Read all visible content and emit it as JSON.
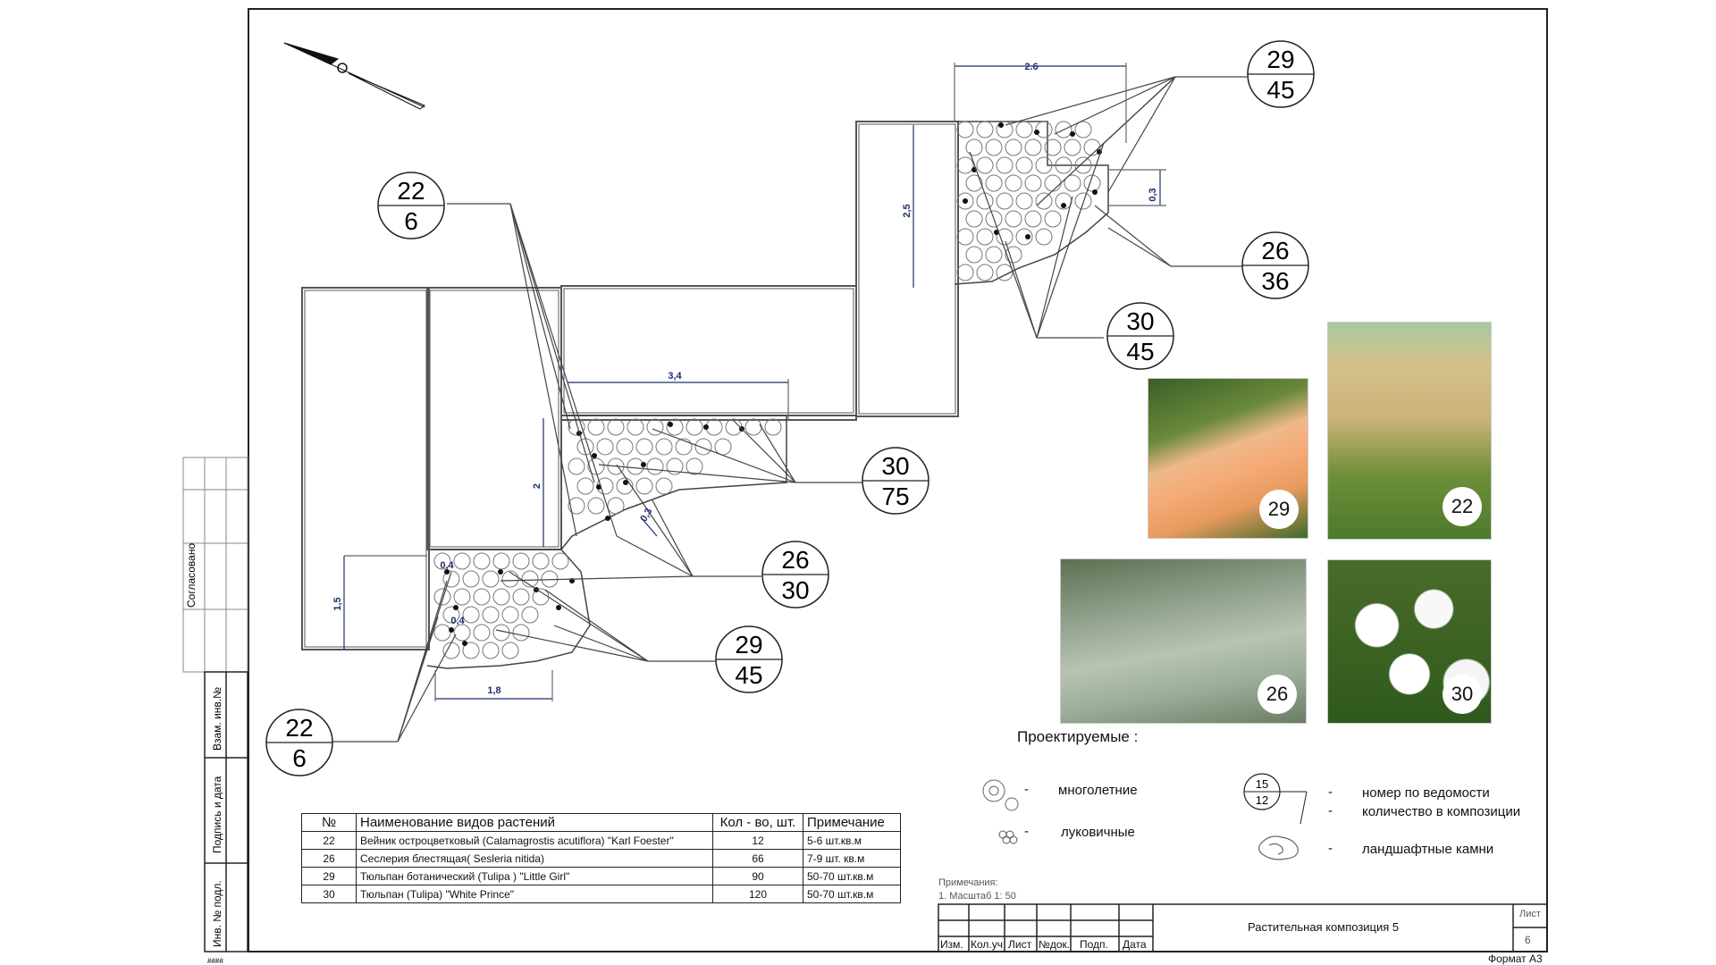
{
  "side_stamp": {
    "agreed": "Согласовано",
    "rows": [
      "Взам. инв.№",
      "Подпись и дата",
      "Инв. № подл."
    ],
    "hash": "####"
  },
  "callouts": [
    {
      "num": "29",
      "qty": "45"
    },
    {
      "num": "22",
      "qty": "6"
    },
    {
      "num": "26",
      "qty": "36"
    },
    {
      "num": "30",
      "qty": "45"
    },
    {
      "num": "30",
      "qty": "75"
    },
    {
      "num": "26",
      "qty": "30"
    },
    {
      "num": "29",
      "qty": "45"
    },
    {
      "num": "22",
      "qty": "6"
    }
  ],
  "dimensions": [
    "2.6",
    "2,5",
    "0,3",
    "3,4",
    "2",
    "0,3",
    "1,5",
    "0,4",
    "0,4",
    "1,8"
  ],
  "photos": [
    {
      "badge": "29",
      "subject": "peach tulips"
    },
    {
      "badge": "22",
      "subject": "ornamental grass"
    },
    {
      "badge": "26",
      "subject": "blue grass clumps"
    },
    {
      "badge": "30",
      "subject": "white tulips"
    }
  ],
  "legend": {
    "title": "Проектируемые :",
    "perennials": "многолетние",
    "bulbs": "луковичные",
    "key_num": "15",
    "key_qty": "12",
    "key_line1": "номер по ведомости",
    "key_line2": "количество в композиции",
    "stones": "ландшафтные камни",
    "dash": "-"
  },
  "table": {
    "headers": [
      "№",
      "Наименование видов растений",
      "Кол - во, шт.",
      "Примечание"
    ],
    "rows": [
      [
        "22",
        "Вейник остроцветковый (Calamagrostis acutiflora) \"Karl Foester\"",
        "12",
        "5-6 шт.кв.м"
      ],
      [
        "26",
        "Сеслерия блестящая( Sesleria nitida)",
        "66",
        "7-9 шт. кв.м"
      ],
      [
        "29",
        "Тюльпан ботанический (Tulipa ) \"Little Girl\"",
        "90",
        "50-70 шт.кв.м"
      ],
      [
        "30",
        "Тюльпан (Tulipa) \"White Prince\"",
        "120",
        "50-70 шт.кв.м"
      ]
    ]
  },
  "notes": {
    "title": "Примечания:",
    "line1": "1. Масштаб 1: 50"
  },
  "title_block": {
    "cols": [
      "Изм.",
      "Кол.уч",
      "Лист",
      "№док.",
      "Подп.",
      "Дата"
    ],
    "title": "Растительная композиция 5",
    "sheet_label": "Лист",
    "sheet_num": "6"
  },
  "format": "Формат А3"
}
